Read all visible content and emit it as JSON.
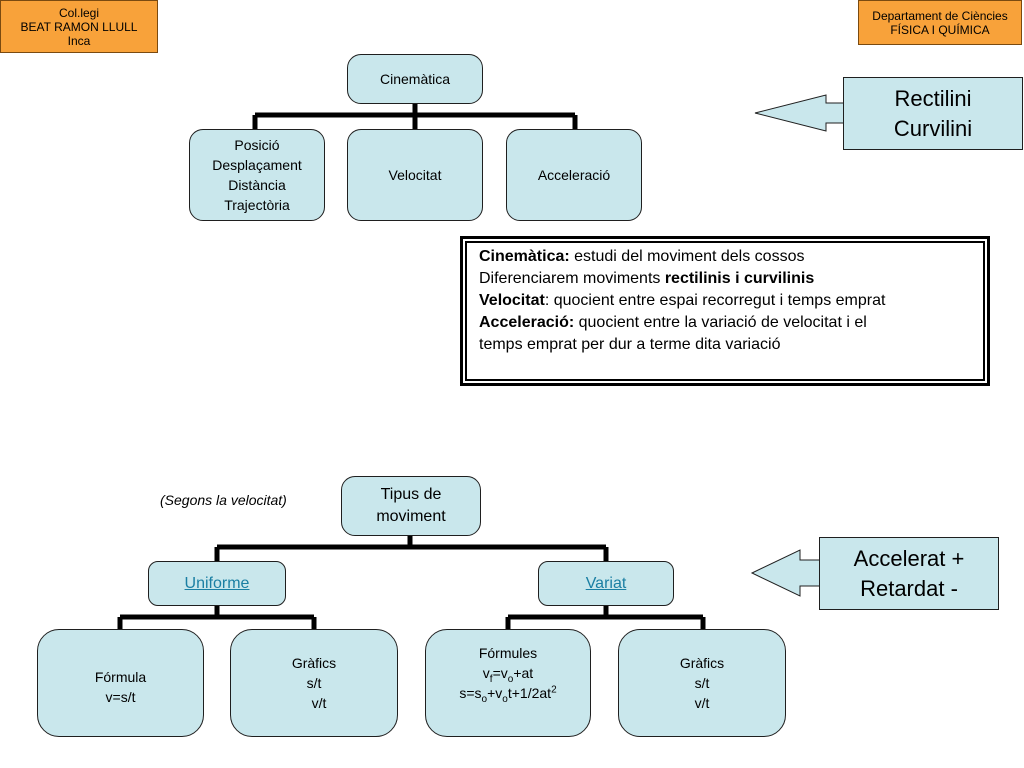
{
  "header_left": {
    "line1": "Col.legi",
    "line2": "BEAT RAMON LLULL",
    "line3": "Inca"
  },
  "header_right": {
    "line1": "Departament de Ciències",
    "line2": "FÍSICA I QUÍMICA"
  },
  "tree1": {
    "root": "Cinemàtica",
    "child1": {
      "line1": "Posició",
      "line2": "Desplaçament",
      "line3": "Distància",
      "line4": "Trajectòria"
    },
    "child2": "Velocitat",
    "child3": "Acceleració"
  },
  "callout1": {
    "line1": "Rectilini",
    "line2": "Curvilini"
  },
  "definitions": {
    "l1_bold": "Cinemàtica:",
    "l1_rest": " estudi del moviment dels cossos",
    "l2_start": "Diferenciarem moviments ",
    "l2_bold": "rectilinis i curvilinis",
    "l3_bold": "Velocitat",
    "l3_rest": ": quocient entre espai recorregut i temps emprat",
    "l4_bold": "Acceleració:",
    "l4_rest": " quocient entre la variació de velocitat i el",
    "l5": "temps emprat per dur a terme dita variació"
  },
  "tree2": {
    "note": "(Segons la velocitat)",
    "root": {
      "line1": "Tipus de",
      "line2": "moviment"
    },
    "uniforme": "Uniforme",
    "variat": "Variat",
    "formula": {
      "line1": "Fórmula",
      "line2": "v=s/t"
    },
    "grafics1": {
      "line1": "Gràfics",
      "line2": "s/t",
      "line3": "v/t"
    },
    "formules": {
      "title": "Fórmules",
      "f1_v": "v",
      "f1_sub": "f",
      "f1_eq": "=v",
      "f1_sub2": "o",
      "f1_rest": "+at",
      "f2_s": "s=s",
      "f2_sub": "o",
      "f2_mid": "+v",
      "f2_sub2": "o",
      "f2_rest": "t+1/2at",
      "f2_sup": "2"
    },
    "grafics2": {
      "line1": "Gràfics",
      "line2": "s/t",
      "line3": "v/t"
    }
  },
  "callout2": {
    "line1": "Accelerat +",
    "line2": "Retardat -"
  }
}
